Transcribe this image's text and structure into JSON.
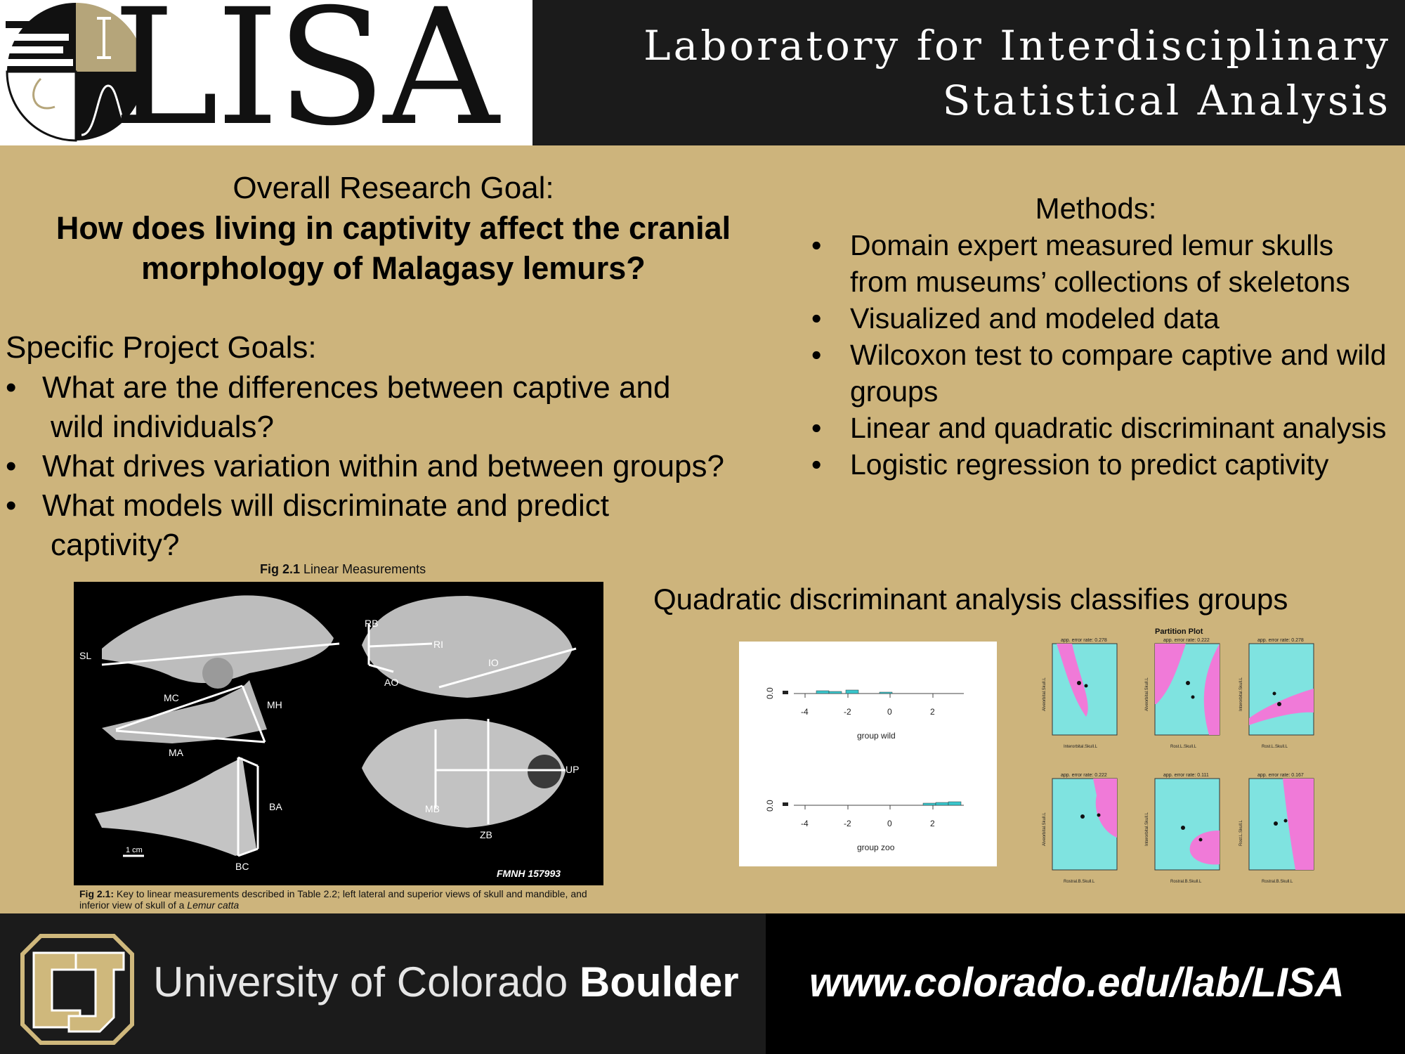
{
  "header": {
    "logo_text": "LISA",
    "lab_title": "Laboratory for Interdisciplinary\nStatistical Analysis"
  },
  "research": {
    "overall_heading": "Overall Research Goal:",
    "question": "How does living in captivity affect the cranial morphology of Malagasy lemurs?",
    "specific_heading": "Specific Project Goals:",
    "goals": [
      {
        "line1": "What are the differences between captive and",
        "line2": "wild individuals?"
      },
      {
        "line1": "What drives variation within and between groups?",
        "line2": ""
      },
      {
        "line1": "What models will discriminate and predict",
        "line2": "captivity?"
      }
    ]
  },
  "methods": {
    "heading": "Methods:",
    "items": [
      "Domain expert measured lemur skulls from museums’ collections of skeletons",
      "Visualized and modeled data",
      "Wilcoxon test to compare captive and wild groups",
      "Linear and quadratic discriminant analysis",
      "Logistic regression to predict captivity"
    ]
  },
  "figure": {
    "caption_top_bold": "Fig 2.1",
    "caption_top_rest": " Linear Measurements",
    "labels": {
      "sl": "SL",
      "mc": "MC",
      "mh": "MH",
      "ma": "MA",
      "ba": "BA",
      "bc": "BC",
      "rb": "RB",
      "ri": "RI",
      "ao": "AO",
      "io": "IO",
      "mb": "MB",
      "zb": "ZB",
      "up": "UP",
      "scale": "1 cm",
      "specimen": "FMNH 157993"
    },
    "caption_bottom_bold": "Fig 2.1:",
    "caption_bottom_rest": " Key to linear measurements described in Table 2.2; left lateral and superior views of skull and mandible, and inferior view of skull of a ",
    "caption_bottom_species": "Lemur catta"
  },
  "qda": {
    "heading": "Quadratic discriminant analysis classifies groups",
    "histograms": {
      "y_tick": "0.0",
      "x_ticks": [
        "-4",
        "-2",
        "0",
        "2"
      ],
      "group_wild": "group wild",
      "group_zoo": "group zoo"
    },
    "partition_plot": {
      "title": "Partition Plot",
      "error_labels": [
        "app. error rate: 0.278",
        "app. error rate: 0.222",
        "app. error rate: 0.278",
        "app. error rate: 0.222",
        "app. error rate: 0.111",
        "app. error rate: 0.167"
      ],
      "x_labels": [
        "Interorbital.Skull.L",
        "Rost.L.Skull.L",
        "Rost.L.Skull.L",
        "Rostral.B.Skull.L",
        "Rostral.B.Skull.L",
        "Rostral.B.Skull.L"
      ],
      "y_labels": [
        "Alveorbital.Skull.L",
        "Alveorbital.Skull.L",
        "Interorbital.Skull.L",
        "Alveorbital.Skull.L",
        "Interorbital.Skull.L",
        "Rost.L.Skull.L"
      ],
      "colors": {
        "region_a": "#7fe3e0",
        "region_b": "#f07ad8"
      }
    }
  },
  "footer": {
    "university_regular": "University of Colorado ",
    "university_bold": "Boulder",
    "website": "www.colorado.edu/lab/LISA"
  }
}
